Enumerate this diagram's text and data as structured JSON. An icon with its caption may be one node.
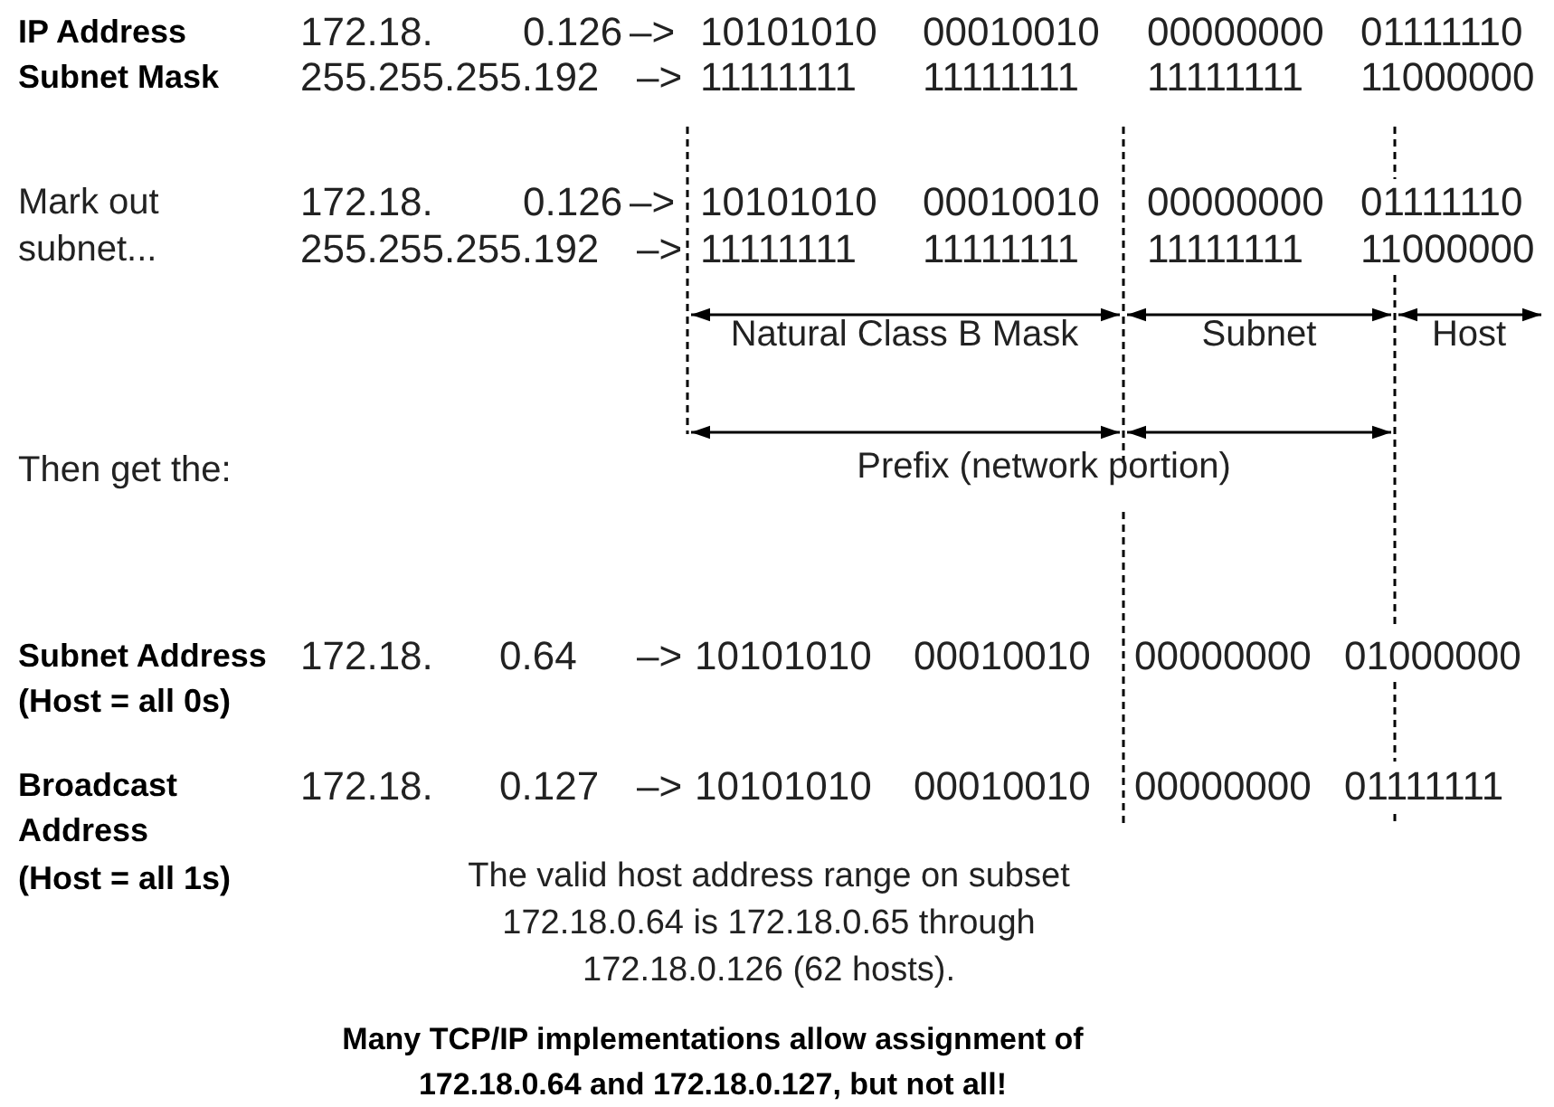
{
  "diagram": {
    "labels": [
      "IP Address",
      "172.18.",
      "0.126",
      "–>",
      "10101010",
      "00010010",
      "00000000",
      "01111110",
      "Subnet Mask",
      "255.255.255.192",
      "–>",
      "11111111",
      "11111111",
      "11111111",
      "11000000",
      "Mark out subnet...",
      "172.18.",
      "0.126",
      "–>",
      "10101010",
      "00010010",
      "00000000",
      "01111110",
      "255.255.255.192",
      "–>",
      "11111111",
      "11111111",
      "11111111",
      "11000000",
      "Natural Class B Mask",
      "Subnet",
      "Host",
      "Then get the:",
      "Prefix (network portion)",
      "Subnet Address",
      "172.18.",
      "0.64",
      "–>",
      "10101010",
      "00010010",
      "00000000",
      "01000000",
      "(Host = all 0s)",
      "Broadcast Address",
      "172.18.",
      "0.127",
      "–>",
      "10101010",
      "00010010",
      "00000000",
      "01111111",
      "(Host = all 1s)",
      "The valid host address range on subset 172.18.0.64 is 172.18.0.65 through 172.18.0.126 (62 hosts).",
      "Many TCP/IP implementations allow assignment of 172.18.0.64 and 172.18.0.127, but not all!"
    ]
  }
}
